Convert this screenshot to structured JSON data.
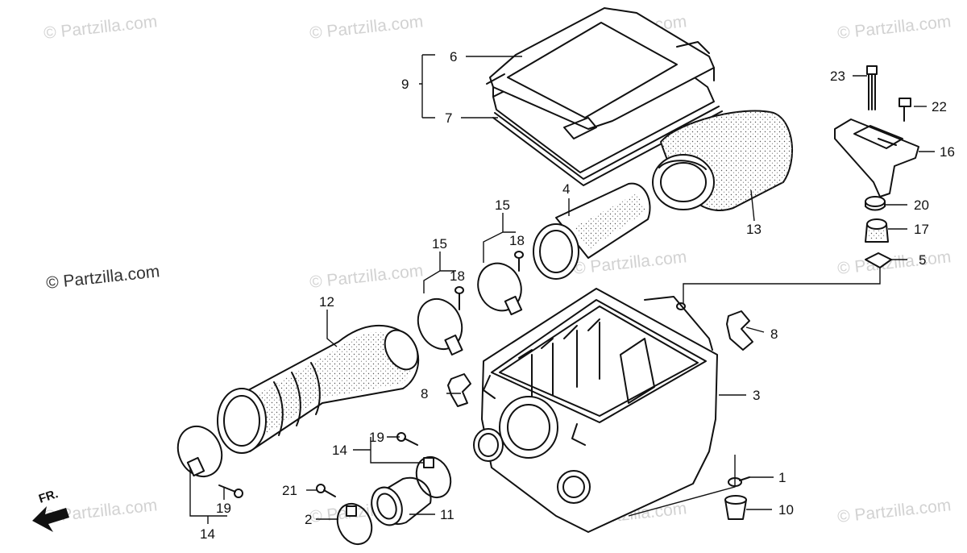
{
  "watermark": {
    "text": "© Partzilla.com"
  },
  "direction_label": "FR.",
  "callouts": [
    {
      "id": "6",
      "text": "6"
    },
    {
      "id": "9",
      "text": "9"
    },
    {
      "id": "7",
      "text": "7"
    },
    {
      "id": "23",
      "text": "23"
    },
    {
      "id": "22",
      "text": "22"
    },
    {
      "id": "16",
      "text": "16"
    },
    {
      "id": "4",
      "text": "4"
    },
    {
      "id": "13",
      "text": "13"
    },
    {
      "id": "20",
      "text": "20"
    },
    {
      "id": "17",
      "text": "17"
    },
    {
      "id": "15a",
      "text": "15"
    },
    {
      "id": "18a",
      "text": "18"
    },
    {
      "id": "15b",
      "text": "15"
    },
    {
      "id": "18b",
      "text": "18"
    },
    {
      "id": "5",
      "text": "5"
    },
    {
      "id": "12",
      "text": "12"
    },
    {
      "id": "8a",
      "text": "8"
    },
    {
      "id": "8b",
      "text": "8"
    },
    {
      "id": "3",
      "text": "3"
    },
    {
      "id": "19a",
      "text": "19"
    },
    {
      "id": "14a",
      "text": "14"
    },
    {
      "id": "1",
      "text": "1"
    },
    {
      "id": "21",
      "text": "21"
    },
    {
      "id": "2",
      "text": "2"
    },
    {
      "id": "11",
      "text": "11"
    },
    {
      "id": "10",
      "text": "10"
    },
    {
      "id": "19b",
      "text": "19"
    },
    {
      "id": "14b",
      "text": "14"
    }
  ]
}
